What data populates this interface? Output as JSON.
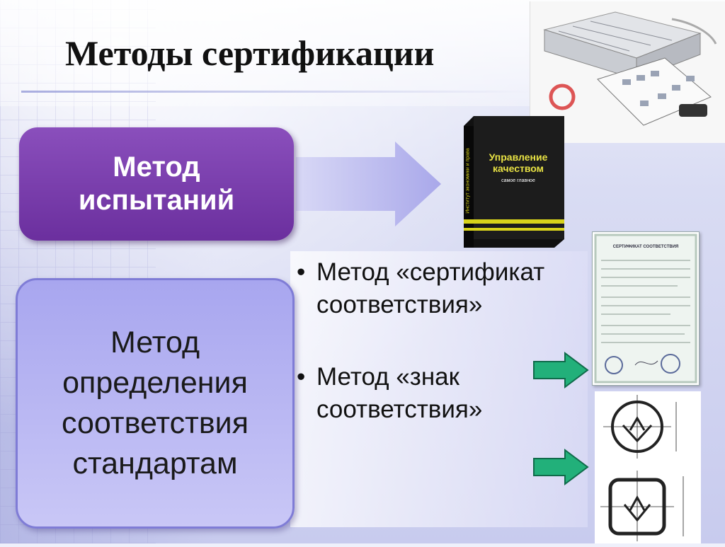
{
  "slide": {
    "title": "Методы сертификации",
    "method_tests": "Метод испытаний",
    "method_conformity": "Метод определения соответствия стандартам",
    "bullets": [
      "Метод «сертификат соответствия»",
      "Метод «знак соответствия»"
    ],
    "book_title": "Управление качеством",
    "book_subtitle": "самое главное",
    "book_spine": "Институт экономики и права",
    "certificate_heading": "СЕРТИФИКАТ СООТВЕТСТВИЯ"
  },
  "colors": {
    "purple_box": "#6b2f9e",
    "lavender_box": "#b5b3f1",
    "green_arrow": "#22b07a"
  },
  "icons": [
    "arrow-right-icon",
    "arrow-right-green-icon",
    "book-image",
    "kit-photo",
    "certificate-image",
    "conformity-mark-image"
  ]
}
